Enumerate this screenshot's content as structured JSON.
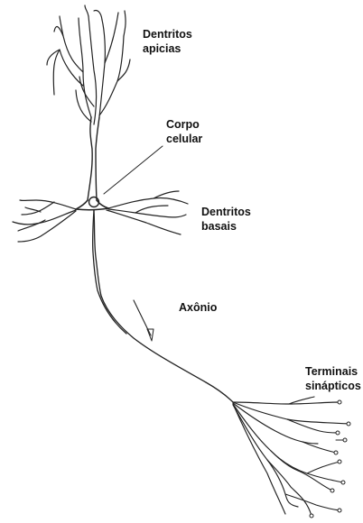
{
  "labels": {
    "apical_dendrites": [
      "Dentritos",
      "apicias"
    ],
    "cell_body": [
      "Corpo",
      "celular"
    ],
    "basal_dendrites": [
      "Dentritos",
      "basais"
    ],
    "axon": "Axônio",
    "synaptic_terminals": [
      "Terminais",
      "sinápticos"
    ]
  },
  "colors": {
    "ink": "#222222",
    "background": "#ffffff"
  }
}
